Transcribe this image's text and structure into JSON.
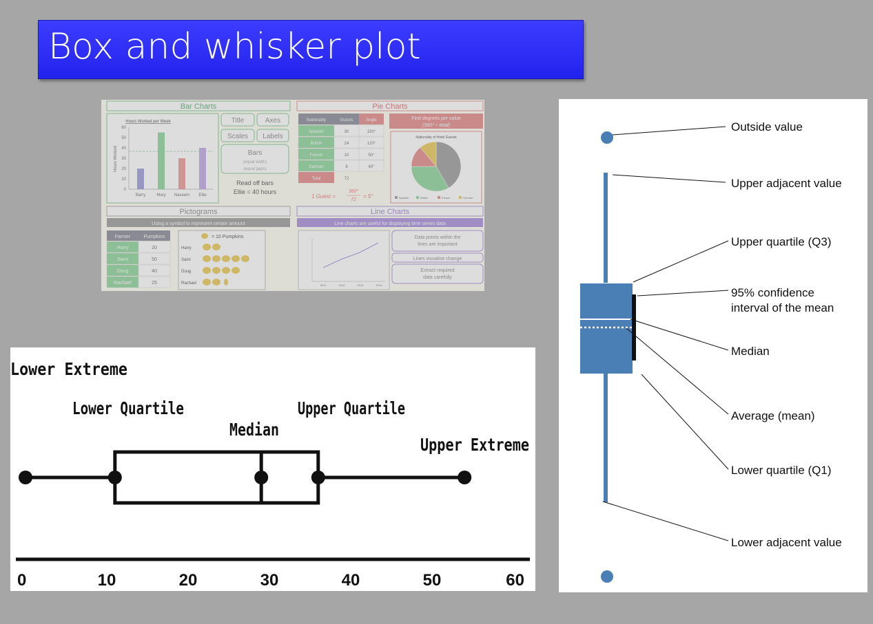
{
  "title": "Box and whisker plot",
  "collage": {
    "bar_charts": {
      "heading": "Bar Charts",
      "chart_title": "Hours Worked per Week",
      "y_label": "Hours Worked",
      "y_ticks": [
        "60",
        "50",
        "40",
        "30",
        "20",
        "10",
        "0"
      ],
      "names": [
        "Barry",
        "Mary",
        "Naseem",
        "Ellie"
      ],
      "values": [
        20,
        55,
        30,
        40
      ],
      "bar_colors": [
        "#8f8fd6",
        "#7fcf8f",
        "#e98b8b",
        "#b79be0"
      ],
      "tag_title": "Title",
      "tag_axes": "Axes",
      "tag_scales": "Scales",
      "tag_labels": "Labels",
      "bars_heading": "Bars",
      "bars_note1": "(equal width)",
      "bars_note2": "(equal gaps)",
      "read_off": "Read off bars",
      "example": "Ellie = 40 hours"
    },
    "pie_charts": {
      "heading": "Pie Charts",
      "col_headers": [
        "Nationality",
        "Guests",
        "Angle"
      ],
      "rows": [
        [
          "Spanish",
          "30",
          "150°"
        ],
        [
          "British",
          "24",
          "120°"
        ],
        [
          "French",
          "10",
          "50°"
        ],
        [
          "German",
          "8",
          "40°"
        ]
      ],
      "total_label": "Total",
      "total_value": "72",
      "find_heading": "Find degrees per value",
      "find_formula": "(360° ÷ total)",
      "pie_title": "Nationality of Hotel Guests",
      "legend": [
        "Spanish",
        "British",
        "French",
        "German"
      ],
      "formula_left": "1 Guest =",
      "formula_num": "360°",
      "formula_den": "72",
      "formula_right": "= 5°"
    },
    "pictograms": {
      "heading": "Pictograms",
      "banner": "Using a symbol to represent certain amount",
      "col_headers": [
        "Farmer",
        "Pumpkins"
      ],
      "rows": [
        [
          "Harry",
          "20"
        ],
        [
          "Sami",
          "50"
        ],
        [
          "Doug",
          "40"
        ],
        [
          "Rachael",
          "25"
        ]
      ],
      "key": "= 10 Pumpkins",
      "icon_counts": [
        2,
        5,
        4,
        2.5
      ]
    },
    "line_charts": {
      "heading": "Line Charts",
      "banner": "Line charts are useful for displaying time series data",
      "note1": "Data points within the lines are important",
      "note2": "Lines visualise change",
      "note3": "Extract required data carefully",
      "x_ticks": [
        "2011",
        "2012",
        "2013",
        "2014"
      ]
    }
  },
  "box_plot": {
    "labels": {
      "lower_extreme": "Lower Extreme",
      "lower_quartile": "Lower Quartile",
      "median": "Median",
      "upper_quartile": "Upper Quartile",
      "upper_extreme": "Upper Extreme"
    },
    "axis_ticks": [
      "0",
      "10",
      "20",
      "30",
      "40",
      "50",
      "60"
    ],
    "axis_range": [
      0,
      60
    ],
    "lower_extreme": 0,
    "lower_quartile": 11,
    "median": 29,
    "upper_quartile": 36,
    "upper_extreme": 54
  },
  "annotated_plot": {
    "labels": {
      "outside": "Outside value",
      "upper_adjacent": "Upper adjacent value",
      "q3": "Upper quartile (Q3)",
      "ci_line1": "95% confidence",
      "ci_line2": "interval of the mean",
      "median": "Median",
      "mean": "Average (mean)",
      "q1": "Lower quartile (Q1)",
      "lower_adjacent": "Lower adjacent value"
    },
    "color": "#4a7fb5"
  }
}
